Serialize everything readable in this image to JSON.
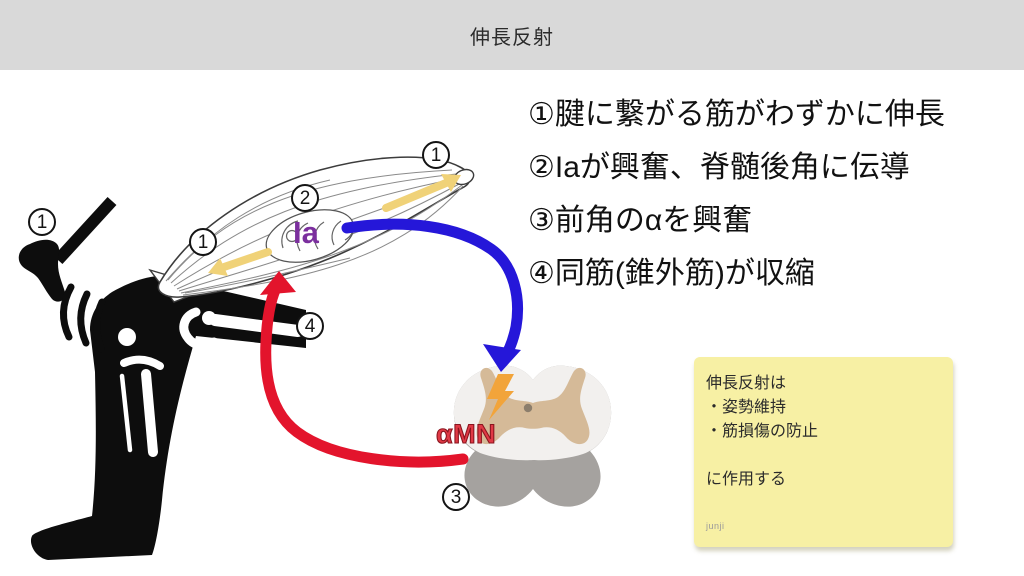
{
  "header": {
    "title": "伸長反射"
  },
  "steps": [
    {
      "text": "①腱に繋がる筋がわずかに伸長"
    },
    {
      "text": "②Iaが興奮、脊髄後角に伝導"
    },
    {
      "text": "③前角のαを興奮"
    },
    {
      "text": "④同筋(錐外筋)が収縮"
    }
  ],
  "diagram": {
    "markers": {
      "hammer": "1",
      "muscle_left": "1",
      "muscle_right": "1",
      "spindle": "2",
      "alpha": "3",
      "contraction": "4"
    },
    "ia_label": "Ia",
    "amn_label": "αMN"
  },
  "note": {
    "lines": [
      "伸長反射は",
      "・姿勢維持",
      "・筋損傷の防止",
      "",
      "に作用する"
    ],
    "credit": "junji"
  },
  "colors": {
    "header-bg": "#d9d9d9",
    "accent-blue": "#2517d9",
    "accent-red": "#e3142c",
    "accent-yellow": "#f0d278",
    "ia-purple": "#7b2f9e",
    "amn-red": "#e03945",
    "note-bg": "#f7f0a4",
    "cord-light": "#f2f0ee",
    "cord-dark": "#a5a29f",
    "gray-matter": "#d5ba98",
    "bolt-orange": "#f2a43a"
  }
}
